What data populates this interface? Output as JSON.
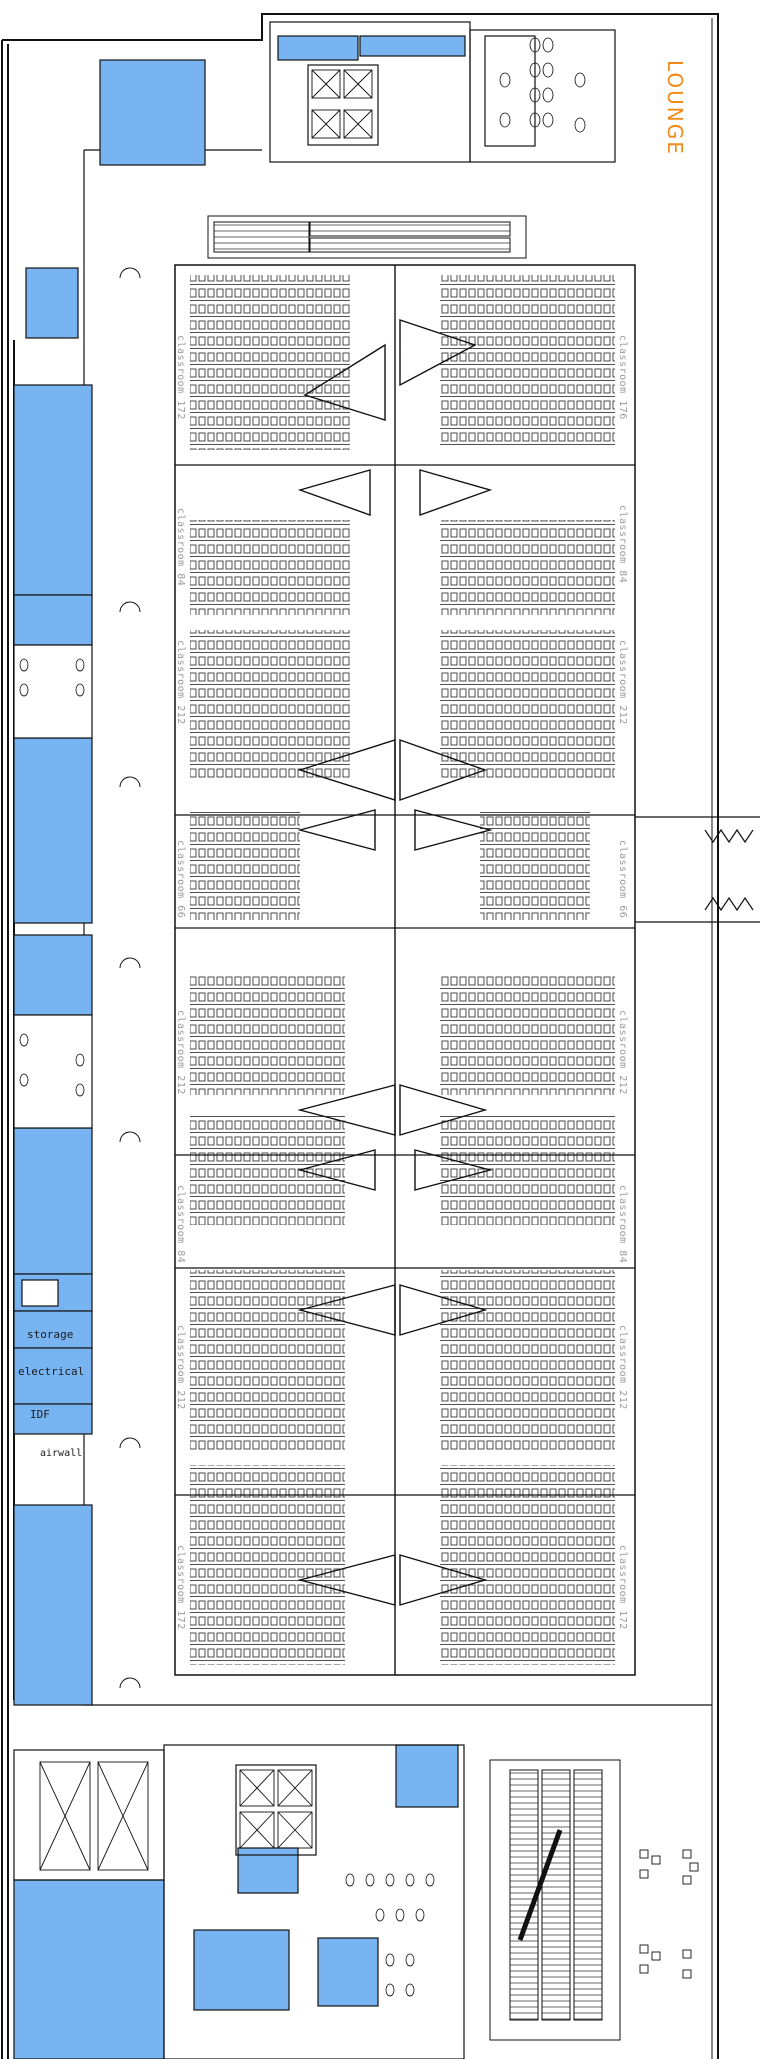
{
  "plan": {
    "lounge_label": "LOUNGE",
    "colors": {
      "room_fill": "#78b4f2",
      "room_fill_light": "#8cc2f5",
      "wall": "#111111",
      "grey_label": "#9a9a9a",
      "lounge": "#f08a1c"
    },
    "service_rooms": {
      "storage": "storage",
      "electrical": "electrical",
      "idf": "IDF",
      "airwall": "airwall"
    },
    "classrooms_left": [
      "classroom 172",
      "classroom 84",
      "classroom 212",
      "classroom 66",
      "classroom 212",
      "classroom 84",
      "classroom 212",
      "classroom 172"
    ],
    "classrooms_right": [
      "classroom 176",
      "classroom 84",
      "classroom 212",
      "classroom 66",
      "classroom 212",
      "classroom 84",
      "classroom 212",
      "classroom 172"
    ],
    "icons": [
      "elevator-icon",
      "escalator-icon",
      "restroom-icon",
      "stair-icon",
      "door-swing-icon"
    ]
  }
}
